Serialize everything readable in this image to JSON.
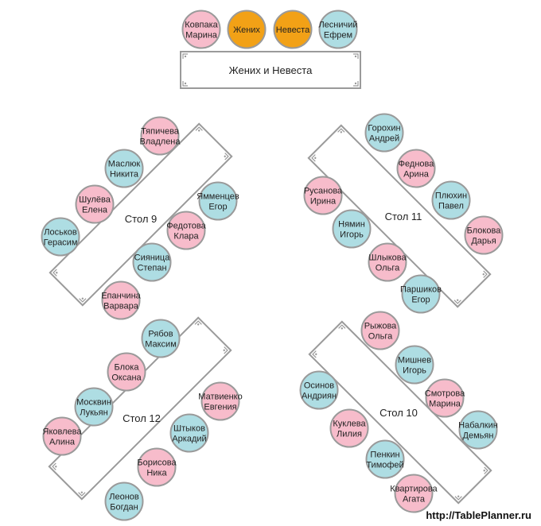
{
  "colors": {
    "female": "#f7bccb",
    "male": "#aedde3",
    "couple": "#f2a116",
    "seat_stroke": "#9a9a9a",
    "table_stroke": "#9a9a9a"
  },
  "watermark": "http://TablePlanner.ru",
  "head_table": {
    "label": "Жених и Невеста",
    "seats": [
      {
        "lines": [
          "Ковпака",
          "Марина"
        ],
        "kind": "female"
      },
      {
        "lines": [
          "Жених"
        ],
        "kind": "couple"
      },
      {
        "lines": [
          "Невеста"
        ],
        "kind": "couple"
      },
      {
        "lines": [
          "Лесничий",
          "Ефрем"
        ],
        "kind": "male"
      }
    ]
  },
  "tables": [
    {
      "label": "Стол 9",
      "seats": [
        {
          "lines": [
            "Тяпичева",
            "Владлена"
          ],
          "kind": "female"
        },
        {
          "lines": [
            "Маслюк",
            "Никита"
          ],
          "kind": "male"
        },
        {
          "lines": [
            "Шулёва",
            "Елена"
          ],
          "kind": "female"
        },
        {
          "lines": [
            "Лоськов",
            "Герасим"
          ],
          "kind": "male"
        },
        {
          "lines": [
            "Ямменцев",
            "Егор"
          ],
          "kind": "male"
        },
        {
          "lines": [
            "Федотова",
            "Клара"
          ],
          "kind": "female"
        },
        {
          "lines": [
            "Сияница",
            "Степан"
          ],
          "kind": "male"
        },
        {
          "lines": [
            "Епанчина",
            "Варвара"
          ],
          "kind": "female"
        }
      ]
    },
    {
      "label": "Стол 11",
      "seats": [
        {
          "lines": [
            "Горохин",
            "Андрей"
          ],
          "kind": "male"
        },
        {
          "lines": [
            "Феднова",
            "Арина"
          ],
          "kind": "female"
        },
        {
          "lines": [
            "Плюхин",
            "Павел"
          ],
          "kind": "male"
        },
        {
          "lines": [
            "Блокова",
            "Дарья"
          ],
          "kind": "female"
        },
        {
          "lines": [
            "Русанова",
            "Ирина"
          ],
          "kind": "female"
        },
        {
          "lines": [
            "Нямин",
            "Игорь"
          ],
          "kind": "male"
        },
        {
          "lines": [
            "Шлыкова",
            "Ольга"
          ],
          "kind": "female"
        },
        {
          "lines": [
            "Паршиков",
            "Егор"
          ],
          "kind": "male"
        }
      ]
    },
    {
      "label": "Стол 12",
      "seats": [
        {
          "lines": [
            "Рябов",
            "Максим"
          ],
          "kind": "male"
        },
        {
          "lines": [
            "Блока",
            "Оксана"
          ],
          "kind": "female"
        },
        {
          "lines": [
            "Москвин",
            "Лукьян"
          ],
          "kind": "male"
        },
        {
          "lines": [
            "Яковлева",
            "Алина"
          ],
          "kind": "female"
        },
        {
          "lines": [
            "Матвиенко",
            "Евгения"
          ],
          "kind": "female"
        },
        {
          "lines": [
            "Штыков",
            "Аркадий"
          ],
          "kind": "male"
        },
        {
          "lines": [
            "Борисова",
            "Ника"
          ],
          "kind": "female"
        },
        {
          "lines": [
            "Леонов",
            "Богдан"
          ],
          "kind": "male"
        }
      ]
    },
    {
      "label": "Стол 10",
      "seats": [
        {
          "lines": [
            "Рыжова",
            "Ольга"
          ],
          "kind": "female"
        },
        {
          "lines": [
            "Мишнев",
            "Игорь"
          ],
          "kind": "male"
        },
        {
          "lines": [
            "Смотрова",
            "Марина"
          ],
          "kind": "female"
        },
        {
          "lines": [
            "Набалкин",
            "Демьян"
          ],
          "kind": "male"
        },
        {
          "lines": [
            "Осинов",
            "Андриян"
          ],
          "kind": "male"
        },
        {
          "lines": [
            "Куклева",
            "Лилия"
          ],
          "kind": "female"
        },
        {
          "lines": [
            "Пенкин",
            "Тимофей"
          ],
          "kind": "male"
        },
        {
          "lines": [
            "Квартирова",
            "Агата"
          ],
          "kind": "female"
        }
      ]
    }
  ]
}
